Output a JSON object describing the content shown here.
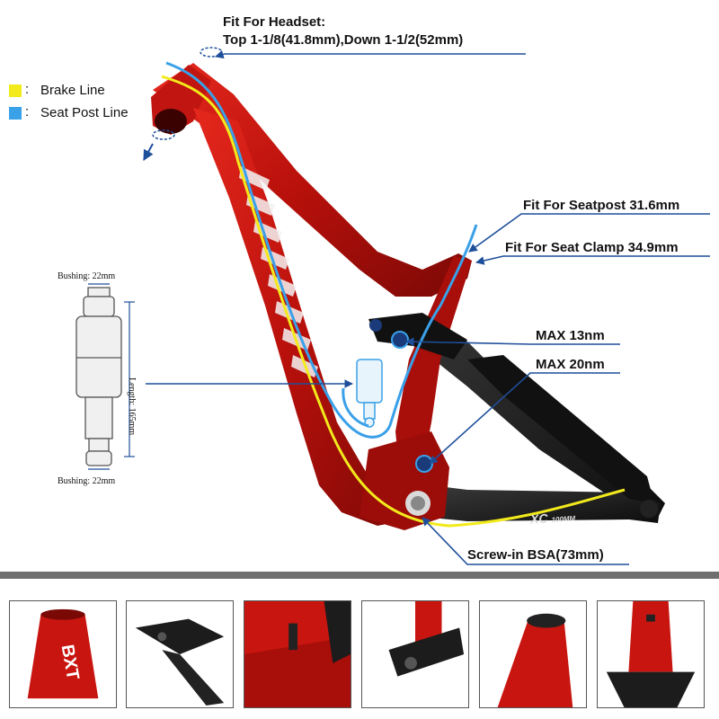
{
  "headset": {
    "title": "Fit For Headset:",
    "sizes": "Top 1-1/8(41.8mm),Down 1-1/2(52mm)"
  },
  "legend": [
    {
      "label": "Brake Line",
      "color": "#f2ea1c"
    },
    {
      "label": "Seat Post Line",
      "color": "#3aa0e8"
    }
  ],
  "legend_colon": ":",
  "callouts": {
    "seatpost": "Fit For Seatpost 31.6mm",
    "seat_clamp": "Fit For Seat Clamp 34.9mm",
    "max13": "MAX 13nm",
    "max20": "MAX 20nm",
    "bsa": "Screw-in BSA(73mm)"
  },
  "shock": {
    "bushing_top": "Bushing: 22mm",
    "length": "Length: 165mm",
    "bushing_bottom": "Bushing: 22mm"
  },
  "frame_marking": {
    "model": "XC",
    "travel": "100MM"
  },
  "thumbnails": [
    {
      "name": "headtube-closeup",
      "text": "BXT"
    },
    {
      "name": "rear-triangle-closeup",
      "text": ""
    },
    {
      "name": "bottom-bracket-closeup",
      "text": ""
    },
    {
      "name": "seatstay-pivot-closeup",
      "text": ""
    },
    {
      "name": "seat-tube-closeup",
      "text": ""
    },
    {
      "name": "seat-clamp-closeup",
      "text": ""
    }
  ],
  "colors": {
    "frame_red": "#c8150f",
    "frame_dark": "#7a0906",
    "rear_black": "#1c1c1c",
    "leader_blue": "#1e4f9a"
  }
}
